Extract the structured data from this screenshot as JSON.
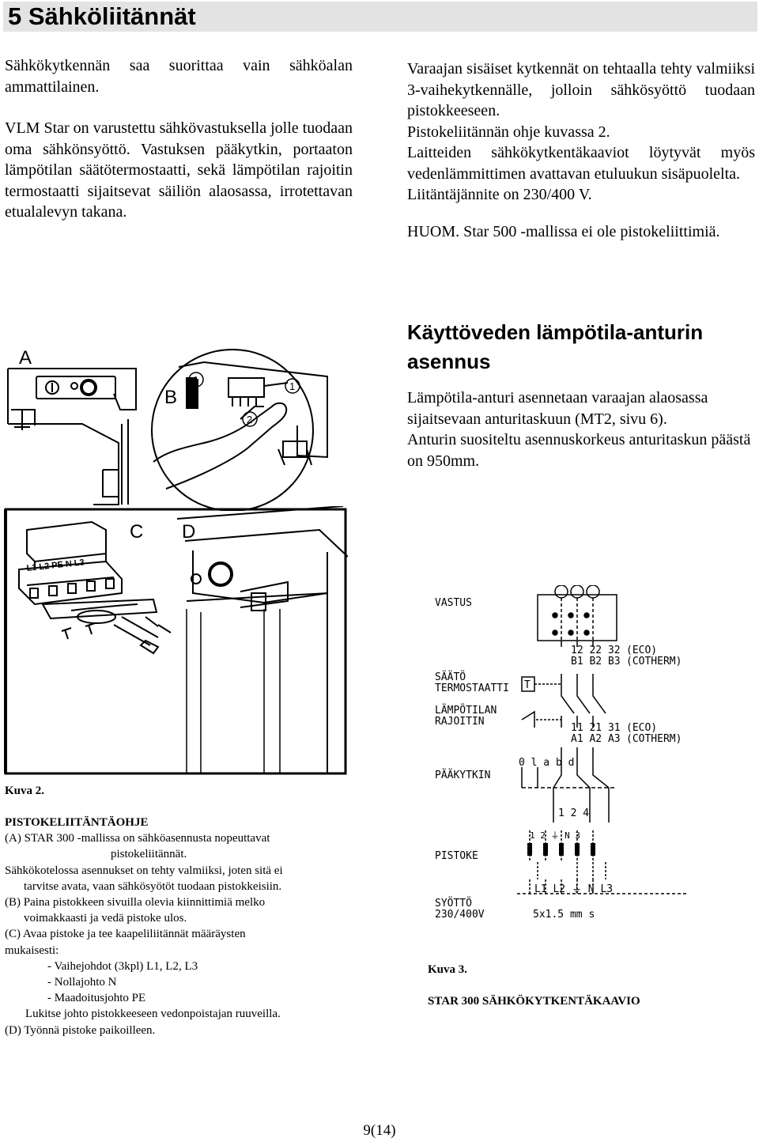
{
  "header": {
    "title": "5 Sähköliitännät"
  },
  "left_column": {
    "para1": "Sähkökytkennän saa suorittaa vain sähköalan ammattilainen.",
    "para2": "VLM Star on varustettu sähkövastuksella jolle tuodaan oma sähkönsyöttö. Vastuksen pääkytkin, portaaton lämpötilan säätötermostaatti, sekä lämpötilan rajoitin termostaatti sijaitsevat säiliön alaosassa, irrotettavan etualalevyn takana."
  },
  "right_column": {
    "line1": "Varaajan sisäiset kytkennät on tehtaalla tehty valmiiksi 3-vaihekytkennälle, jolloin sähkösyöttö tuodaan pistokkeeseen.",
    "line2": "Pistokeliitännän ohje kuvassa 2.",
    "line3": "Laitteiden sähkökytkentäkaaviot löytyvät myös vedenlämmittimen avattavan etuluukun sisäpuolelta.",
    "line4": "Liitäntäjännite on 230/400 V.",
    "huom": "HUOM. Star 500 -mallissa ei ole pistokeliittimiä."
  },
  "sensor_section": {
    "heading": "Käyttöveden lämpötila-anturin asennus",
    "p1": "Lämpötila-anturi asennetaan varaajan alaosassa sijaitsevaan anturitaskuun (MT2, sivu 6).",
    "p2": "Anturin suositeltu asennuskorkeus anturitaskun päästä on 950mm."
  },
  "figure_labels": {
    "a": "A",
    "b": "B",
    "c": "C",
    "d": "D",
    "one": "1",
    "two": "2",
    "plug_terms": "L1 L2 PE N L3"
  },
  "circuit": {
    "vastus": "VASTUS",
    "r1_nums": "12 22 32",
    "r1_b": "B1 B2 B3",
    "r1_eco": "(ECO)",
    "r1_cotherm": "(COTHERM)",
    "saato1": "SÄÄTÖ",
    "saato2": "TERMOSTAATTI",
    "t": "T",
    "lamp1": "LÄMPÖTILAN",
    "lamp2": "RAJOITIN",
    "r2_nums": "11 21 31",
    "r2_a": "A1 A2 A3",
    "r2_eco": "(ECO)",
    "r2_cotherm": "(COTHERM)",
    "paakytkin": "PÄÄKYTKIN",
    "sw_top": "0  l   a  b  d",
    "sw_bot": "1  2  4",
    "pistoke": "PISTOKE",
    "pins": "1  2  ⏚  N  3",
    "pistoke_terms": "L1 L2 ⏚ N L3",
    "syotto1": "SYÖTTÖ",
    "syotto2": "230/400V",
    "cable": "5x1.5  mm  s"
  },
  "captions": {
    "kuva2": "Kuva 2.",
    "kuva3": "Kuva 3.",
    "kuva3_title": "STAR 300 SÄHKÖKYTKENTÄKAAVIO"
  },
  "instructions": {
    "title": "PISTOKELIITÄNTÄOHJE",
    "a1": "(A) STAR 300 -mallissa on sähköasennusta nopeuttavat",
    "a2": "pistokeliitännät.",
    "s1": "Sähkökotelossa asennukset on tehty valmiiksi, joten sitä ei",
    "s2": "tarvitse avata, vaan sähkösyötöt tuodaan pistokkeisiin.",
    "b1": "(B) Paina pistokkeen sivuilla olevia kiinnittimiä melko",
    "b2": "voimakkaasti ja vedä pistoke ulos.",
    "c1": "(C) Avaa pistoke ja tee kaapeliliitännät määräysten",
    "c2": "mukaisesti:",
    "w1": "- Vaihejohdot (3kpl) L1, L2, L3",
    "w2": "- Nollajohto N",
    "w3": "- Maadoitusjohto PE",
    "lock": "Lukitse johto pistokkeeseen vedonpoistajan ruuveilla.",
    "d1": "(D) Työnnä pistoke paikoilleen."
  },
  "footer": {
    "page": "9(14)"
  }
}
